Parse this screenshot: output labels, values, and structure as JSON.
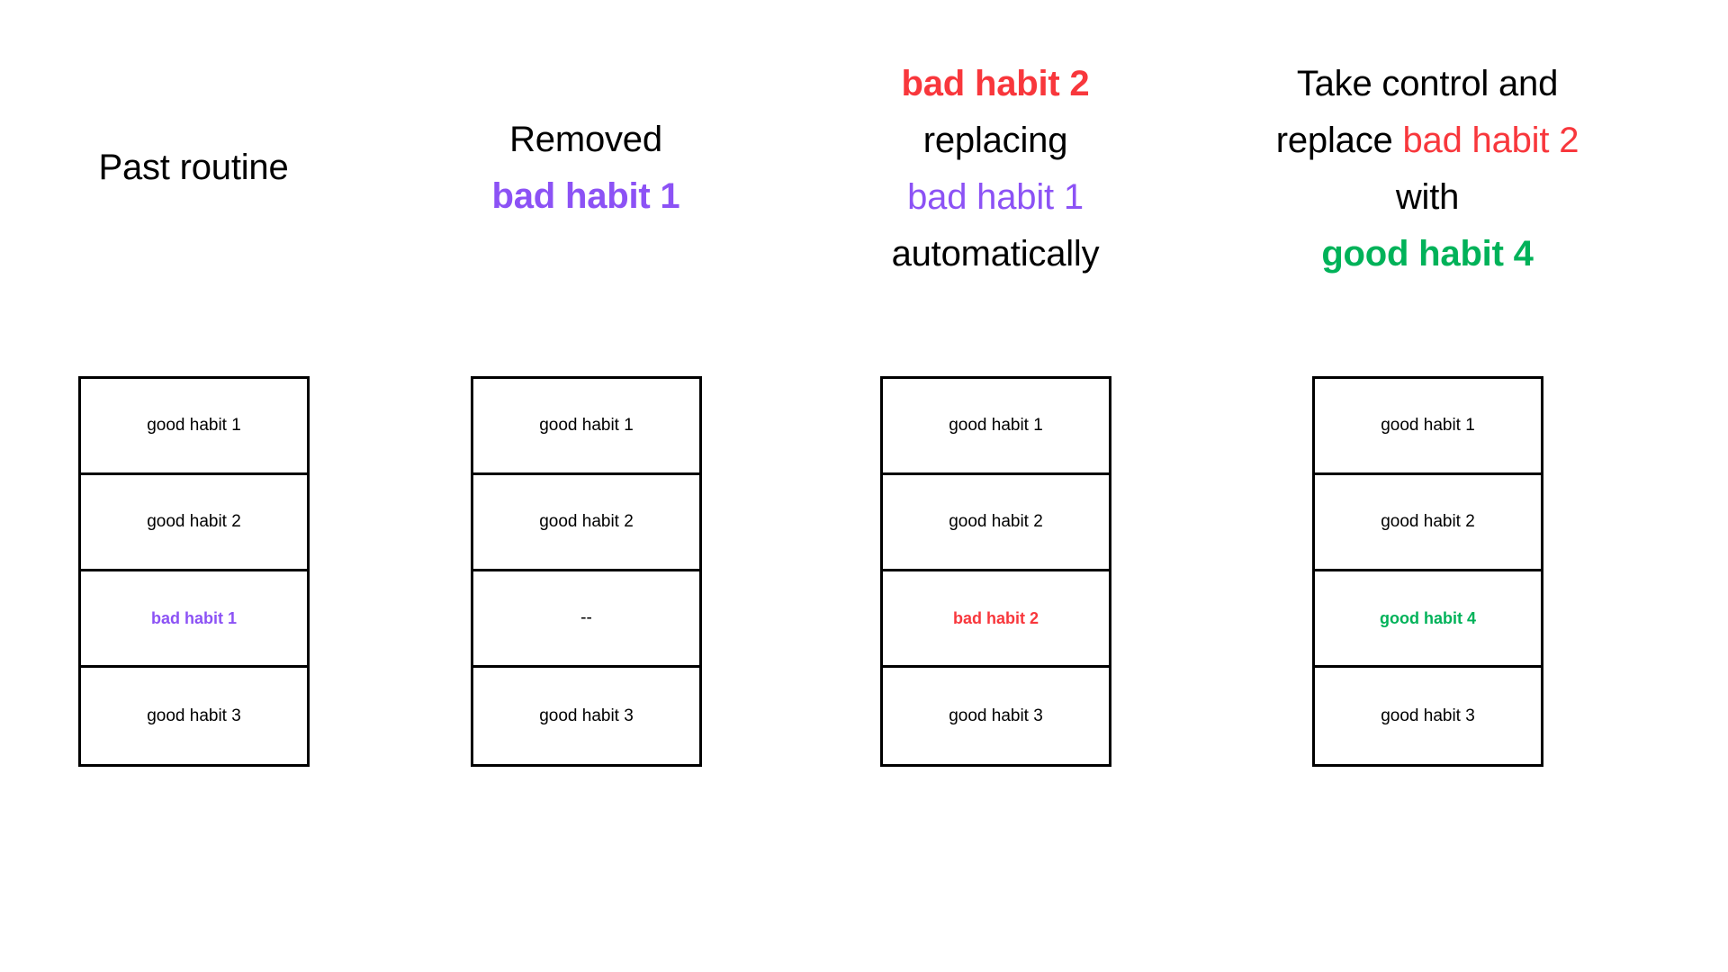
{
  "page": {
    "background": "#ffffff",
    "title": "Habit replacement routine diagram"
  },
  "colors": {
    "text": "#000000",
    "purple": "#8C52F5",
    "red": "#F8373C",
    "green": "#00B259",
    "border": "#000000"
  },
  "columns": [
    {
      "id": "past-routine",
      "header_lines": [
        {
          "segments": [
            {
              "text": "Past routine",
              "color": "#000000",
              "weight": "normal"
            }
          ]
        }
      ],
      "rows": [
        {
          "label": "good habit 1",
          "color": "#000000",
          "weight": "normal"
        },
        {
          "label": "good habit 2",
          "color": "#000000",
          "weight": "normal"
        },
        {
          "label": "bad habit 1",
          "color": "#8C52F5",
          "weight": "bold"
        },
        {
          "label": "good habit 3",
          "color": "#000000",
          "weight": "normal"
        }
      ]
    },
    {
      "id": "removed-bad-habit-1",
      "header_lines": [
        {
          "segments": [
            {
              "text": "Removed",
              "color": "#000000",
              "weight": "normal"
            }
          ]
        },
        {
          "segments": [
            {
              "text": "bad habit 1",
              "color": "#8C52F5",
              "weight": "bold"
            }
          ]
        }
      ],
      "rows": [
        {
          "label": "good habit 1",
          "color": "#000000",
          "weight": "normal"
        },
        {
          "label": "good habit 2",
          "color": "#000000",
          "weight": "normal"
        },
        {
          "label": "--",
          "color": "#000000",
          "weight": "normal"
        },
        {
          "label": "good habit 3",
          "color": "#000000",
          "weight": "normal"
        }
      ]
    },
    {
      "id": "bad-habit-2-replacing",
      "header_lines": [
        {
          "segments": [
            {
              "text": "bad habit 2",
              "color": "#F8373C",
              "weight": "bold"
            }
          ]
        },
        {
          "segments": [
            {
              "text": "replacing",
              "color": "#000000",
              "weight": "normal"
            }
          ]
        },
        {
          "segments": [
            {
              "text": "bad habit 1",
              "color": "#8C52F5",
              "weight": "normal"
            }
          ]
        },
        {
          "segments": [
            {
              "text": "automatically",
              "color": "#000000",
              "weight": "normal"
            }
          ]
        }
      ],
      "rows": [
        {
          "label": "good habit 1",
          "color": "#000000",
          "weight": "normal"
        },
        {
          "label": "good habit 2",
          "color": "#000000",
          "weight": "normal"
        },
        {
          "label": "bad habit 2",
          "color": "#F8373C",
          "weight": "bold"
        },
        {
          "label": "good habit 3",
          "color": "#000000",
          "weight": "normal"
        }
      ]
    },
    {
      "id": "take-control",
      "header_lines": [
        {
          "segments": [
            {
              "text": "Take control and",
              "color": "#000000",
              "weight": "normal"
            }
          ]
        },
        {
          "segments": [
            {
              "text": "replace ",
              "color": "#000000",
              "weight": "normal"
            },
            {
              "text": "bad habit 2",
              "color": "#F8373C",
              "weight": "normal"
            }
          ]
        },
        {
          "segments": [
            {
              "text": "with",
              "color": "#000000",
              "weight": "normal"
            }
          ]
        },
        {
          "segments": [
            {
              "text": "good habit 4",
              "color": "#00B259",
              "weight": "bold"
            }
          ]
        }
      ],
      "rows": [
        {
          "label": "good habit 1",
          "color": "#000000",
          "weight": "normal"
        },
        {
          "label": "good habit 2",
          "color": "#000000",
          "weight": "normal"
        },
        {
          "label": "good habit 4",
          "color": "#00B259",
          "weight": "bold"
        },
        {
          "label": "good habit 3",
          "color": "#000000",
          "weight": "normal"
        }
      ]
    }
  ]
}
